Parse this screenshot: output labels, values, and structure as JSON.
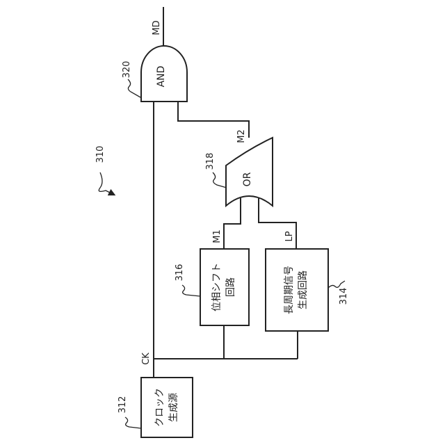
{
  "gates": {
    "and_label": "AND",
    "or_label": "OR"
  },
  "blocks": {
    "clock_line1": "クロック",
    "clock_line2": "生成源",
    "phase_line1": "位相シフト",
    "phase_line2": "回路",
    "long_line1": "長周期信号",
    "long_line2": "生成回路"
  },
  "signals": {
    "md": "MD",
    "m2": "M2",
    "m1": "M1",
    "lp": "LP",
    "ck": "CK"
  },
  "refs": {
    "system": "310",
    "clock": "312",
    "long_period": "314",
    "phase_shift": "316",
    "or_gate": "318",
    "and_gate": "320"
  }
}
